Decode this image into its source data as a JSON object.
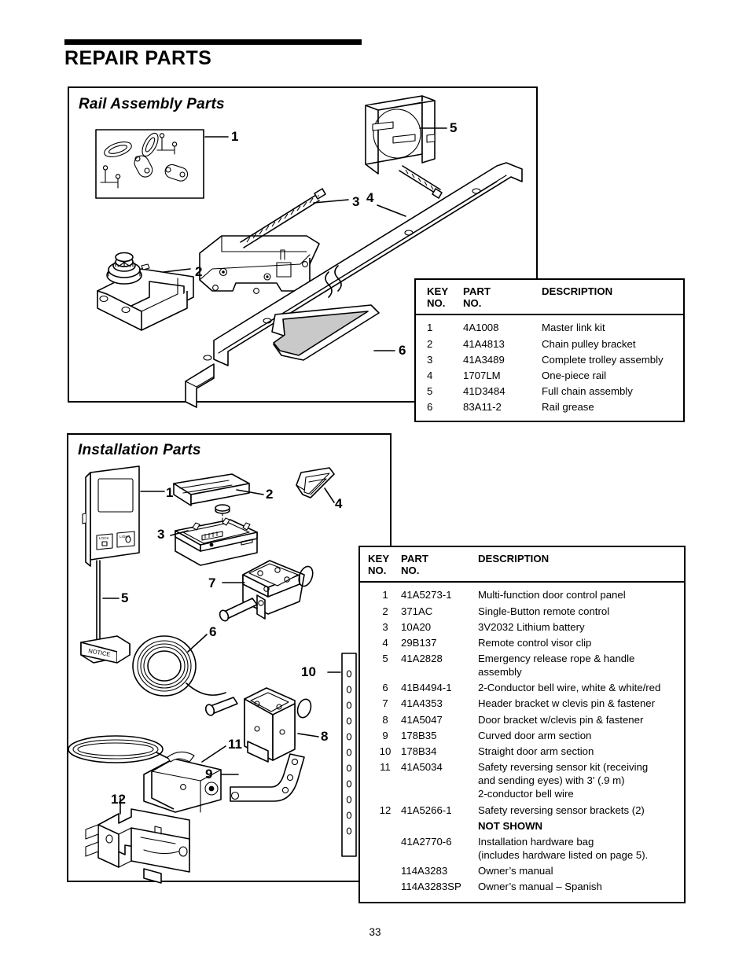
{
  "page": {
    "title": "REPAIR PARTS",
    "number": "33"
  },
  "rail_section": {
    "title": "Rail Assembly Parts",
    "callouts": [
      "1",
      "2",
      "3",
      "4",
      "5",
      "6"
    ],
    "table": {
      "headers": {
        "key": "KEY\nNO.",
        "part": "PART\nNO.",
        "description": "DESCRIPTION"
      },
      "rows": [
        {
          "key": "1",
          "part": "4A1008",
          "description": "Master link kit"
        },
        {
          "key": "2",
          "part": "41A4813",
          "description": "Chain pulley bracket"
        },
        {
          "key": "3",
          "part": "41A3489",
          "description": "Complete trolley assembly"
        },
        {
          "key": "4",
          "part": "1707LM",
          "description": "One-piece rail"
        },
        {
          "key": "5",
          "part": "41D3484",
          "description": "Full chain assembly"
        },
        {
          "key": "6",
          "part": "83A11-2",
          "description": "Rail grease"
        }
      ]
    }
  },
  "install_section": {
    "title": "Installation Parts",
    "callouts": [
      "1",
      "2",
      "3",
      "4",
      "5",
      "6",
      "7",
      "8",
      "9",
      "10",
      "11",
      "12"
    ],
    "door_control_labels": {
      "lock": "LOCK",
      "light": "LIGHT"
    },
    "release_handle_label": "NOTICE",
    "table": {
      "headers": {
        "key": "KEY\nNO.",
        "part": "PART\nNO.",
        "description": "DESCRIPTION"
      },
      "rows": [
        {
          "key": "1",
          "part": "41A5273-1",
          "description": "Multi-function door control panel"
        },
        {
          "key": "2",
          "part": "371AC",
          "description": "Single-Button remote control"
        },
        {
          "key": "3",
          "part": "10A20",
          "description": "3V2032 Lithium battery"
        },
        {
          "key": "4",
          "part": "29B137",
          "description": "Remote control visor clip"
        },
        {
          "key": "5",
          "part": "41A2828",
          "description": "Emergency release rope & handle\nassembly"
        },
        {
          "key": "6",
          "part": "41B4494-1",
          "description": "2-Conductor bell wire, white & white/red"
        },
        {
          "key": "7",
          "part": "41A4353",
          "description": "Header bracket w clevis pin & fastener"
        },
        {
          "key": "8",
          "part": "41A5047",
          "description": "Door bracket w/clevis pin & fastener"
        },
        {
          "key": "9",
          "part": "178B35",
          "description": "Curved door arm section"
        },
        {
          "key": "10",
          "part": "178B34",
          "description": "Straight door arm section"
        },
        {
          "key": "11",
          "part": "41A5034",
          "description": "Safety reversing sensor kit (receiving\nand sending eyes) with 3' (.9 m)\n2-conductor bell wire"
        },
        {
          "key": "12",
          "part": "41A5266-1",
          "description": "Safety reversing sensor brackets (2)"
        },
        {
          "key": "",
          "part": "",
          "description": "NOT SHOWN",
          "bold": true
        },
        {
          "key": "",
          "part": "41A2770-6",
          "description": "Installation hardware bag\n(includes hardware listed on page 5)."
        },
        {
          "key": "",
          "part": "114A3283",
          "description": "Owner’s manual"
        },
        {
          "key": "",
          "part": "114A3283SP",
          "description": "Owner’s manual – Spanish"
        }
      ]
    }
  }
}
